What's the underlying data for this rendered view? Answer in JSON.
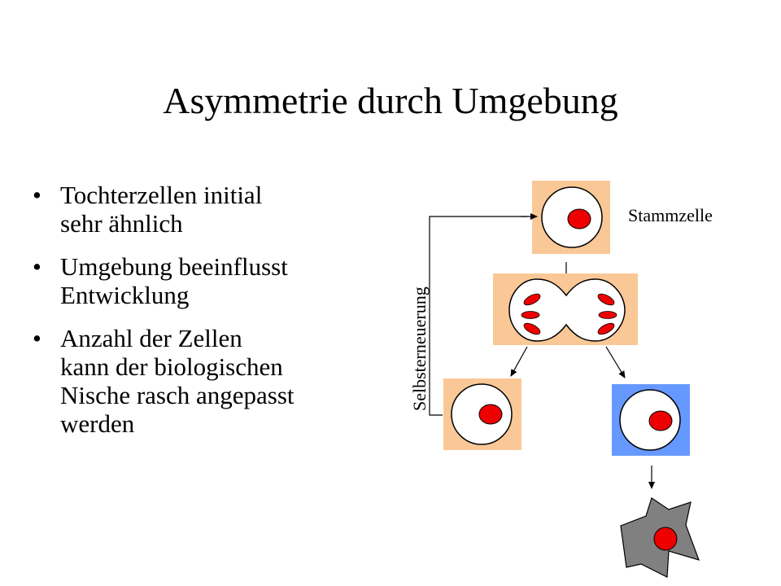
{
  "slide": {
    "title": "Asymmetrie durch Umgebung",
    "bullets": [
      {
        "marker": "•",
        "text": "Tochterzellen initial\nsehr ähnlich"
      },
      {
        "marker": "•",
        "text": "Umgebung beeinflusst\nEntwicklung"
      },
      {
        "marker": "•",
        "text": "Anzahl der Zellen\nkann der biologischen\nNische rasch angepasst\nwerden"
      }
    ]
  },
  "diagram": {
    "label_stem_cell": "Stammzelle",
    "label_self_renewal": "Selbsterneuerung",
    "colors": {
      "niche": "#FAC896",
      "differentiated_niche": "#6699FF",
      "nucleus": "#EE0000",
      "cell": "#FFFFFF",
      "differentiated_cell": "#808080",
      "line": "#000000"
    }
  }
}
